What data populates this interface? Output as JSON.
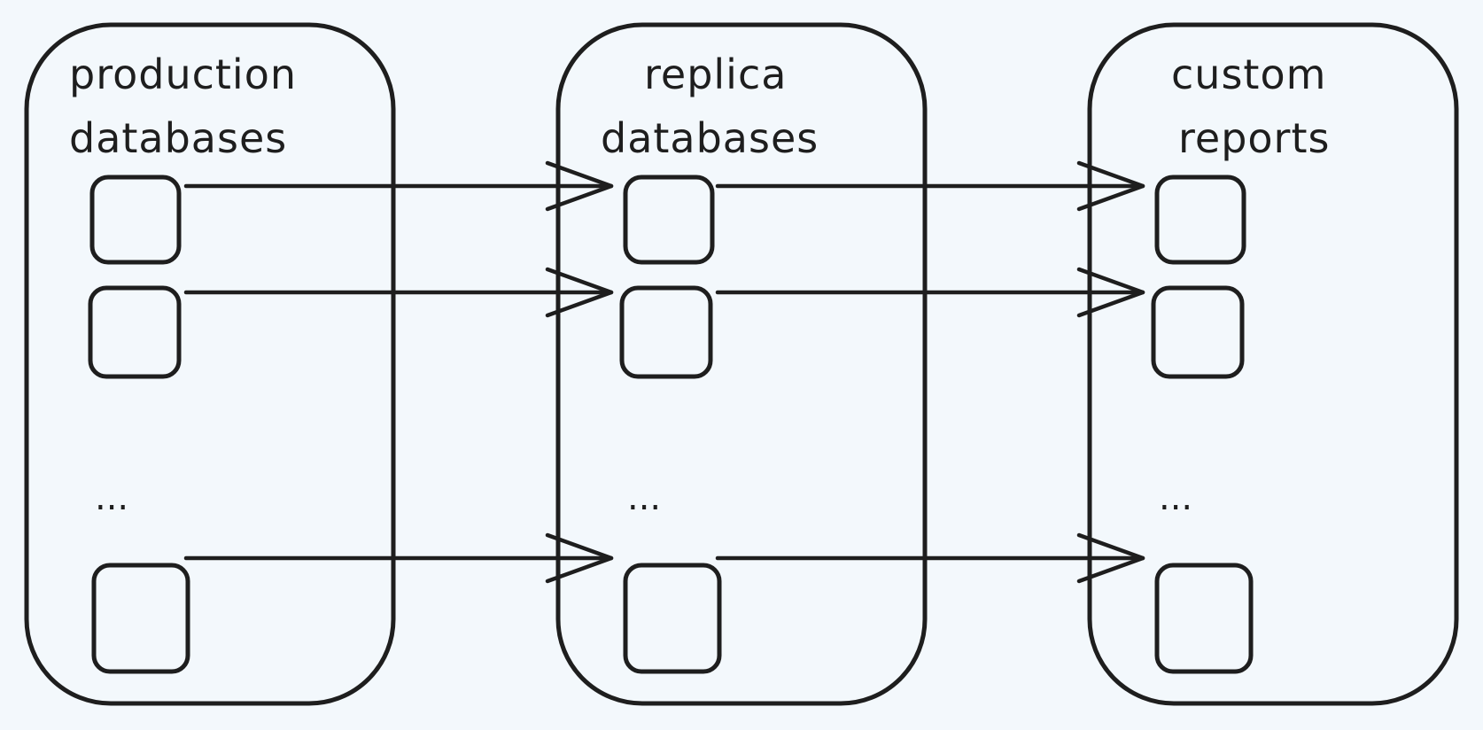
{
  "containers": [
    {
      "id": "production",
      "title_lines": [
        "production",
        "databases"
      ],
      "ellipsis": "..."
    },
    {
      "id": "replica",
      "title_lines": [
        "replica",
        "databases"
      ],
      "ellipsis": "..."
    },
    {
      "id": "custom",
      "title_lines": [
        "custom",
        "reports"
      ],
      "ellipsis": "..."
    }
  ],
  "colors": {
    "background": "#f3f8fc",
    "stroke": "#1e1e1e"
  }
}
